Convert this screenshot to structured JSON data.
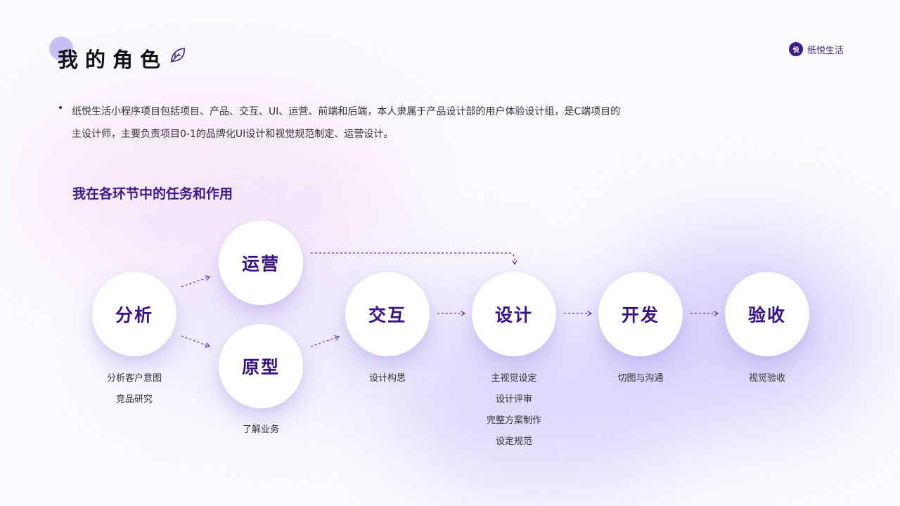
{
  "header": {
    "title": "我的角色",
    "title_icon": "leaf-icon",
    "brand": {
      "logo_text": "悦",
      "name": "纸悦生活"
    }
  },
  "intro": {
    "text": "纸悦生活小程序项目包括项目、产品、交互、UI、运营、前端和后端，本人隶属于产品设计部的用户体验设计组，是C端项目的主设计师，主要负责项目0-1的品牌化UI设计和视觉规范制定、运营设计。"
  },
  "section": {
    "heading": "我在各环节中的任务和作用"
  },
  "colors": {
    "accent": "#35128a",
    "brand": "#3c1a8c",
    "arrow": "#5a2fc2"
  },
  "flow": {
    "nodes": [
      {
        "label": "分析",
        "tasks": [
          "分析客户意图",
          "竞品研究"
        ]
      },
      {
        "label": "运营",
        "tasks": []
      },
      {
        "label": "原型",
        "tasks": [
          "了解业务"
        ]
      },
      {
        "label": "交互",
        "tasks": [
          "设计构思"
        ]
      },
      {
        "label": "设计",
        "tasks": [
          "主视觉设定",
          "设计评审",
          "完整方案制作",
          "设定规范"
        ]
      },
      {
        "label": "开发",
        "tasks": [
          "切图与沟通"
        ]
      },
      {
        "label": "验收",
        "tasks": [
          "视觉验收"
        ]
      }
    ],
    "edges": [
      [
        "分析",
        "运营"
      ],
      [
        "分析",
        "原型"
      ],
      [
        "原型",
        "交互"
      ],
      [
        "运营",
        "设计"
      ],
      [
        "交互",
        "设计"
      ],
      [
        "设计",
        "开发"
      ],
      [
        "开发",
        "验收"
      ]
    ]
  }
}
